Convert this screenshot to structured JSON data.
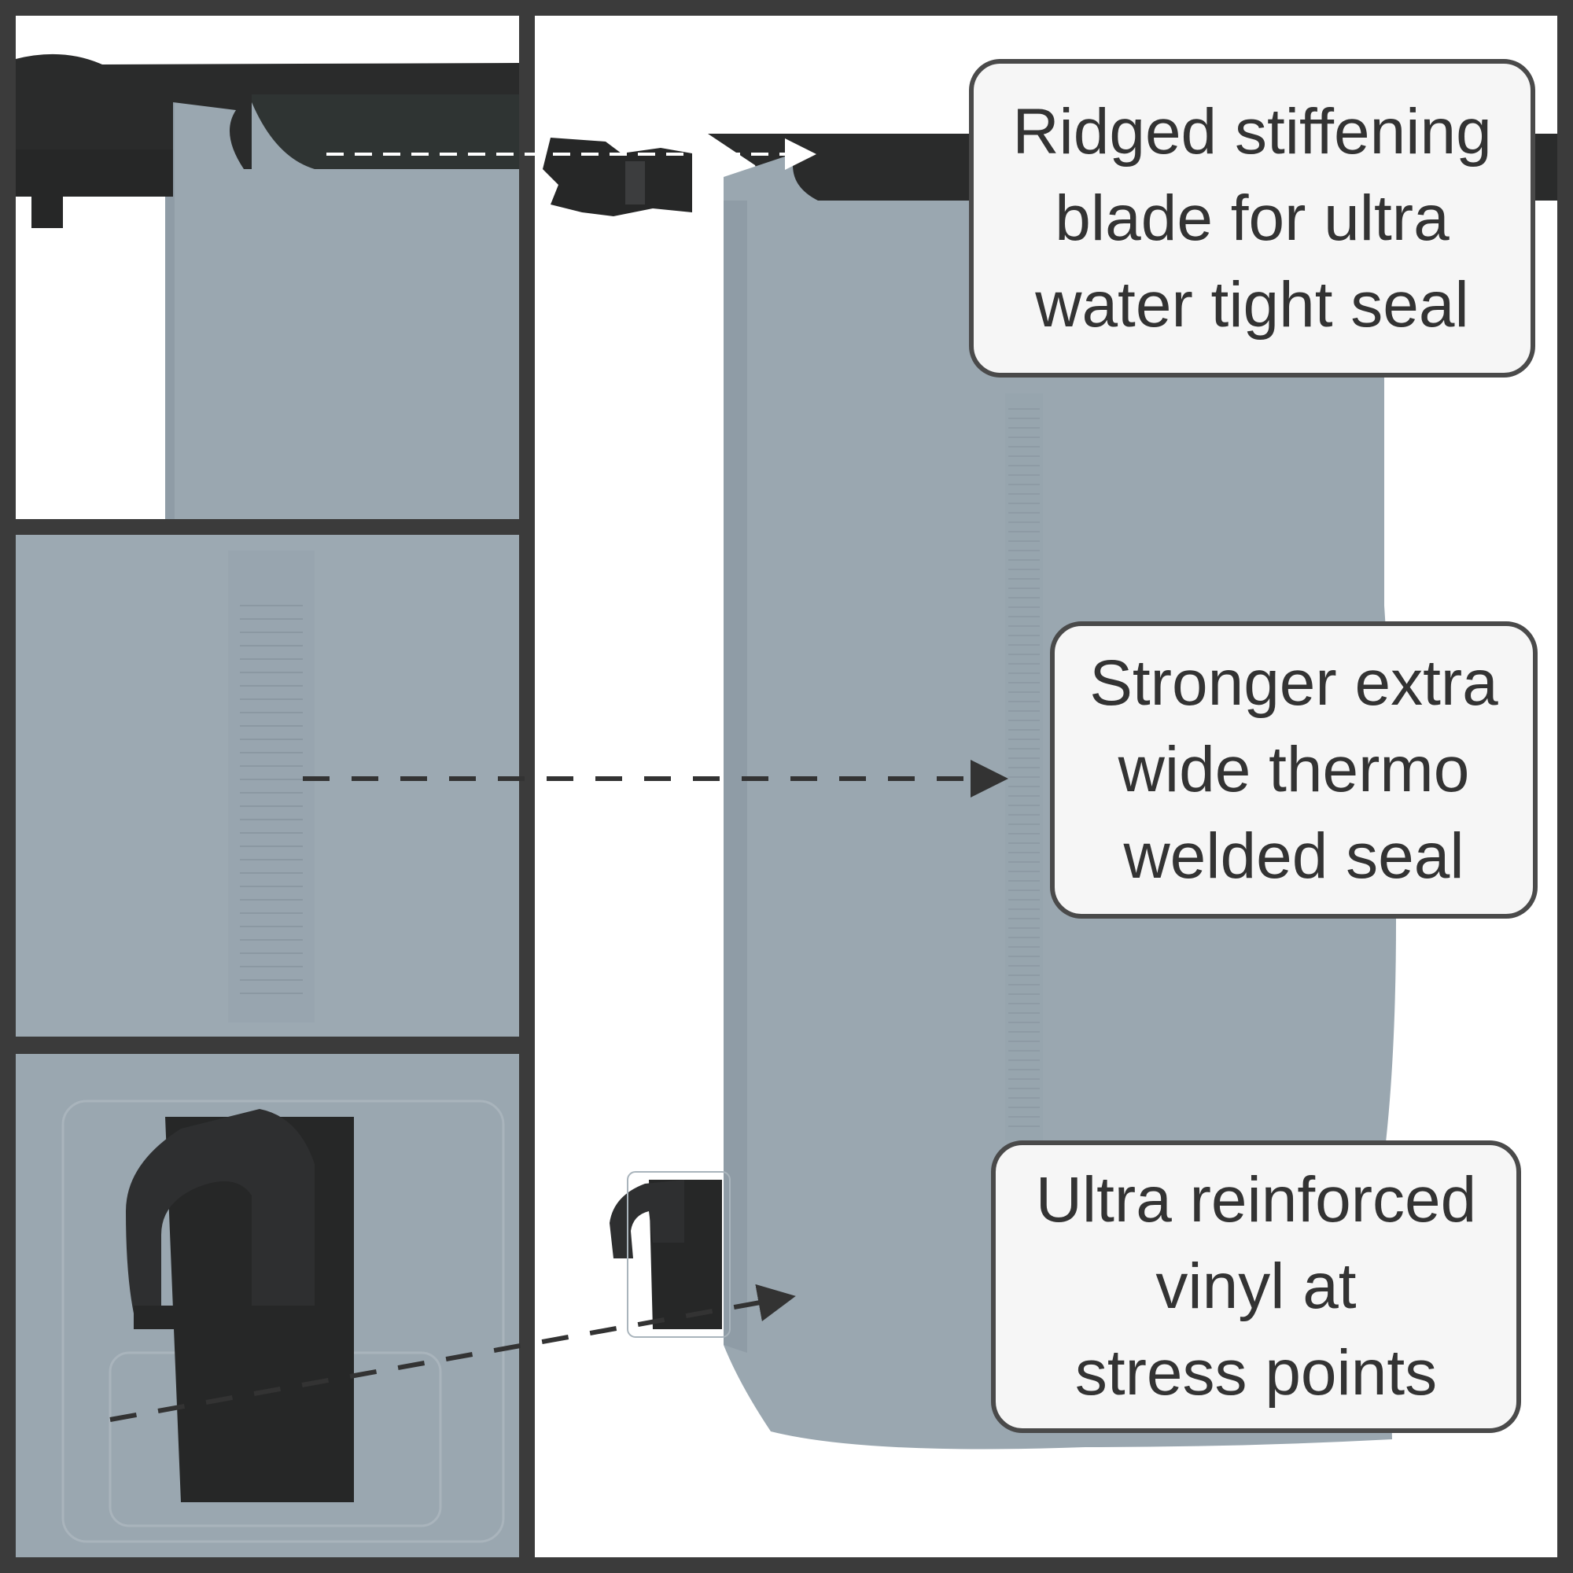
{
  "colors": {
    "frame": "#3b3b3b",
    "bag": "#9aa7b0",
    "bag_shade": "#8f9ca6",
    "strap": "#2a2b2b",
    "callout_bg": "#f6f6f6",
    "callout_border": "#4a4a4a",
    "text": "#333333"
  },
  "callouts": {
    "top": {
      "lines": [
        "Ridged stiffening",
        "blade for ultra",
        "water tight seal"
      ]
    },
    "middle": {
      "lines": [
        "Stronger extra",
        "wide thermo",
        "welded seal"
      ]
    },
    "bottom": {
      "lines": [
        "Ultra reinforced",
        "vinyl at",
        "stress points"
      ]
    }
  }
}
